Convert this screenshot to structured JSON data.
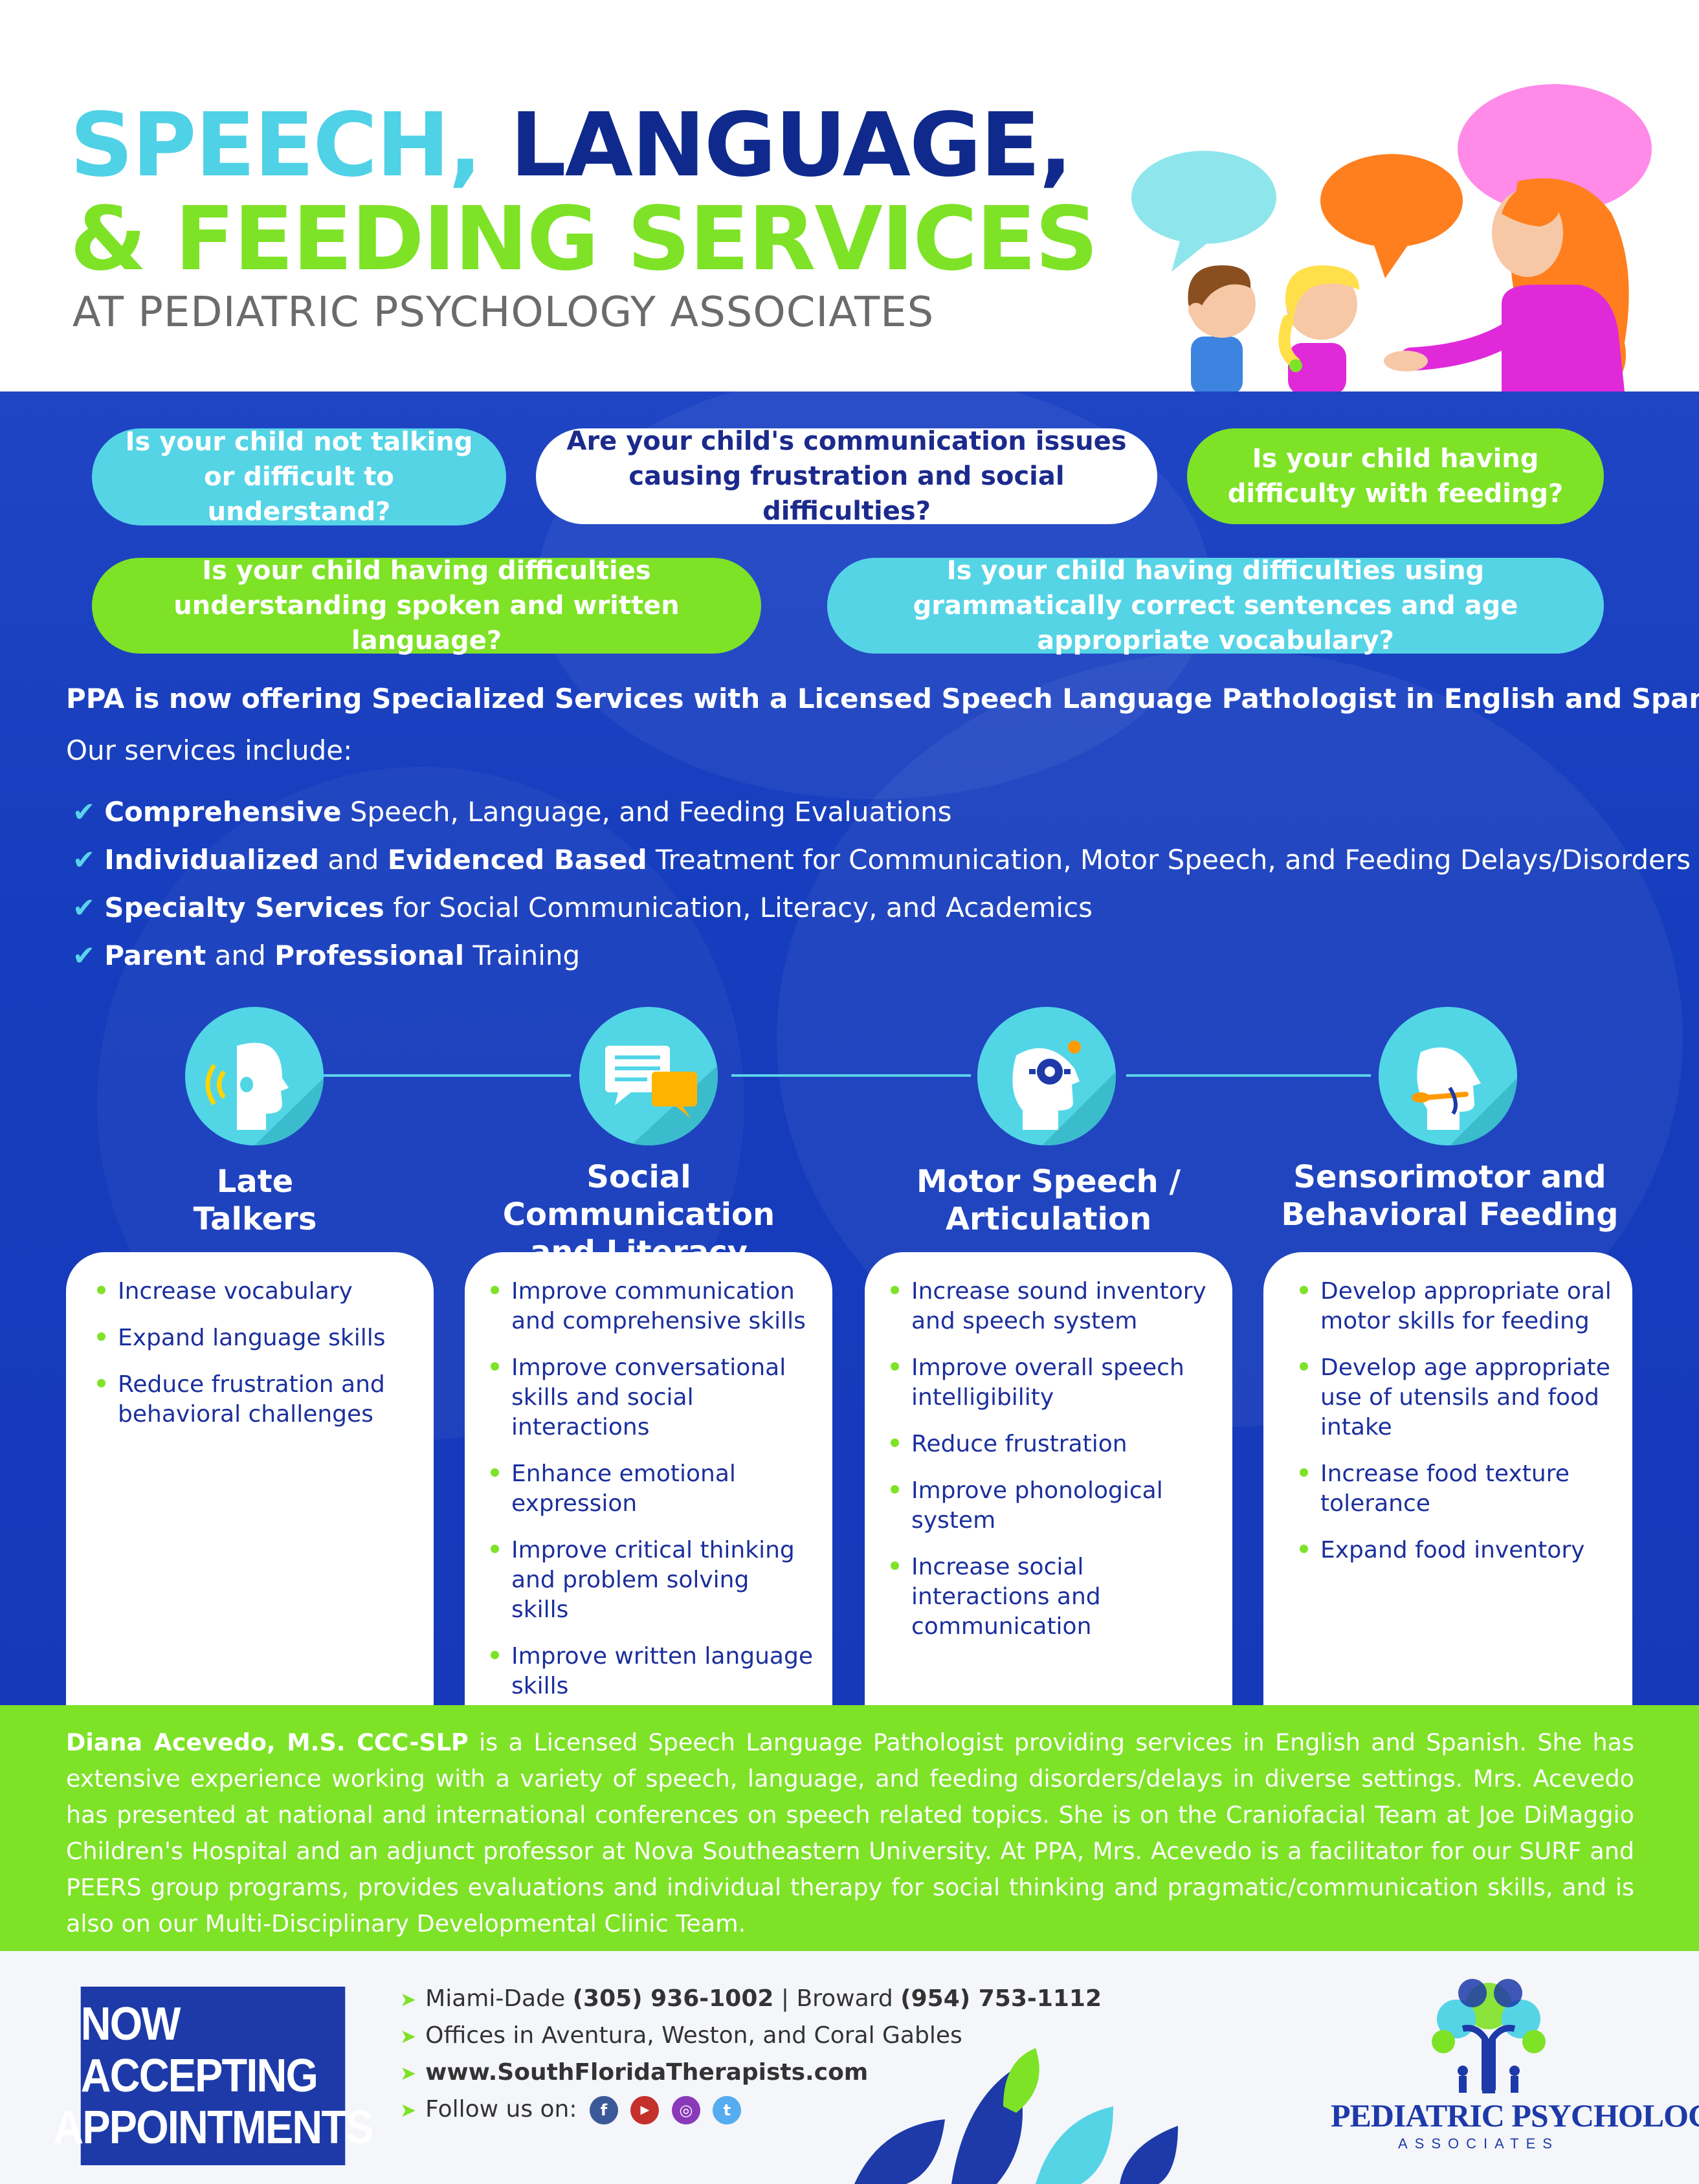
{
  "header": {
    "title_line1_a": "SPEECH,",
    "title_line1_b": "LANGUAGE,",
    "title_line2": "& FEEDING SERVICES",
    "subtitle": "AT PEDIATRIC PSYCHOLOGY ASSOCIATES"
  },
  "questions": [
    "Is your child not talking or difficult to understand?",
    "Are your child's communication issues causing frustration and social difficulties?",
    "Is your child having difficulty with feeding?",
    "Is your child having difficulties understanding spoken and written language?",
    "Is your child having difficulties using grammatically correct sentences and age appropriate vocabulary?"
  ],
  "intro": {
    "offer": "PPA is now offering Specialized Services with a Licensed Speech Language Pathologist in English and Spanish.",
    "includes": "Our services include:"
  },
  "services": [
    {
      "bold1": "Comprehensive",
      "text1": " Speech, Language, and Feeding Evaluations",
      "bold2": "",
      "text2": ""
    },
    {
      "bold1": "Individualized",
      "text1": " and ",
      "bold2": "Evidenced Based",
      "text2": " Treatment for Communication, Motor Speech, and Feeding Delays/Disorders"
    },
    {
      "bold1": "Specialty Services",
      "text1": " for Social Communication, Literacy, and Academics",
      "bold2": "",
      "text2": ""
    },
    {
      "bold1": "Parent",
      "text1": " and ",
      "bold2": "Professional",
      "text2": " Training"
    }
  ],
  "categories": [
    {
      "title1": "Late",
      "title2": "Talkers",
      "items": [
        "Increase vocabulary",
        "Expand language skills",
        "Reduce frustration and behavioral challenges"
      ]
    },
    {
      "title1": "Social Communication",
      "title2": "and Literacy",
      "items": [
        "Improve communication and comprehensive skills",
        "Improve conversational skills and social interactions",
        "Enhance emotional expression",
        "Improve critical thinking and problem solving skills",
        "Improve written language skills"
      ]
    },
    {
      "title1": "Motor Speech /",
      "title2": "Articulation",
      "items": [
        "Increase sound inventory and speech system",
        "Improve overall speech intelligibility",
        "Reduce frustration",
        "Improve phonological system",
        "Increase social interactions and communication"
      ]
    },
    {
      "title1": "Sensorimotor and",
      "title2": "Behavioral Feeding",
      "items": [
        "Develop appropriate oral motor skills for feeding",
        "Develop age appropriate use of utensils and food intake",
        "Increase food texture tolerance",
        "Expand food inventory"
      ]
    }
  ],
  "bio": {
    "name": "Diana Acevedo, M.S. CCC-SLP",
    "text": " is a Licensed Speech Language Pathologist providing services in English and Spanish. She has extensive experience working with a variety of speech, language, and feeding disorders/delays in diverse settings. Mrs. Acevedo has presented at national and international conferences on speech related topics. She is on the Craniofacial Team at Joe DiMaggio Children's Hospital and an adjunct professor at Nova Southeastern University. At PPA, Mrs. Acevedo is a facilitator for our SURF and PEERS group programs, provides evaluations and individual therapy for social thinking and pragmatic/communication skills, and is also on our Multi-Disciplinary Developmental Clinic Team."
  },
  "footer": {
    "cta_line1": "NOW ACCEPTING",
    "cta_line2": "APPOINTMENTS",
    "phone_md_label": "Miami-Dade ",
    "phone_md": "(305) 936-1002",
    "sep": " | ",
    "phone_bw_label": "Broward ",
    "phone_bw": "(954) 753-1112",
    "offices": "Offices in Aventura, Weston, and Coral Gables",
    "website": "www.SouthFloridaTherapists.com",
    "follow": "Follow us on:",
    "social": [
      {
        "icon": "facebook-icon",
        "glyph": "f",
        "color": "#3b5998"
      },
      {
        "icon": "youtube-icon",
        "glyph": "▶",
        "color": "#c4302b"
      },
      {
        "icon": "instagram-icon",
        "glyph": "◎",
        "color": "#8a3ab9"
      },
      {
        "icon": "twitter-icon",
        "glyph": "t",
        "color": "#55acee"
      }
    ],
    "logo_title": "PEDIATRIC PSYCHOLOGY",
    "logo_sub": "ASSOCIATES"
  },
  "colors": {
    "cyan": "#4fd1e6",
    "navy": "#0f2a8c",
    "green": "#7ee227",
    "blue_band": "#1639ba"
  }
}
